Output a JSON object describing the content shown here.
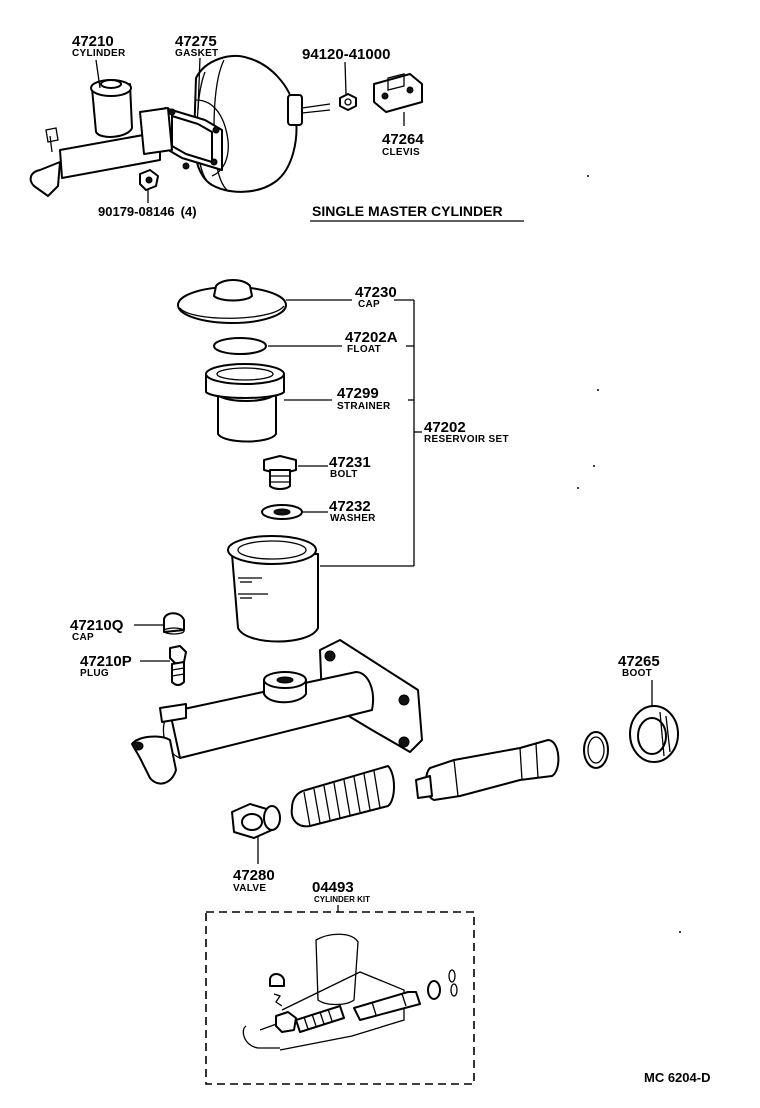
{
  "single_section": {
    "title": "SINGLE MASTER CYLINDER",
    "parts": [
      {
        "number": "47210",
        "name": "CYLINDER"
      },
      {
        "number": "47275",
        "name": "GASKET"
      },
      {
        "number": "94120-41000",
        "name": ""
      },
      {
        "number": "47264",
        "name": "CLEVIS"
      },
      {
        "number": "90179-08146",
        "qty": "(4)"
      }
    ]
  },
  "reservoir_section": {
    "parts": [
      {
        "number": "47230",
        "name": "CAP"
      },
      {
        "number": "47202A",
        "name": "FLOAT"
      },
      {
        "number": "47299",
        "name": "STRAINER"
      },
      {
        "number": "47202",
        "name": "RESERVOIR SET"
      },
      {
        "number": "47231",
        "name": "BOLT"
      },
      {
        "number": "47232",
        "name": "WASHER"
      }
    ]
  },
  "body_section": {
    "parts": [
      {
        "number": "47210Q",
        "name": "CAP"
      },
      {
        "number": "47210P",
        "name": "PLUG"
      },
      {
        "number": "47265",
        "name": "BOOT"
      },
      {
        "number": "47280",
        "name": "VALVE"
      }
    ]
  },
  "kit": {
    "number": "04493",
    "name": "CYLINDER KIT"
  },
  "figure_ref": "MC 6204-D"
}
